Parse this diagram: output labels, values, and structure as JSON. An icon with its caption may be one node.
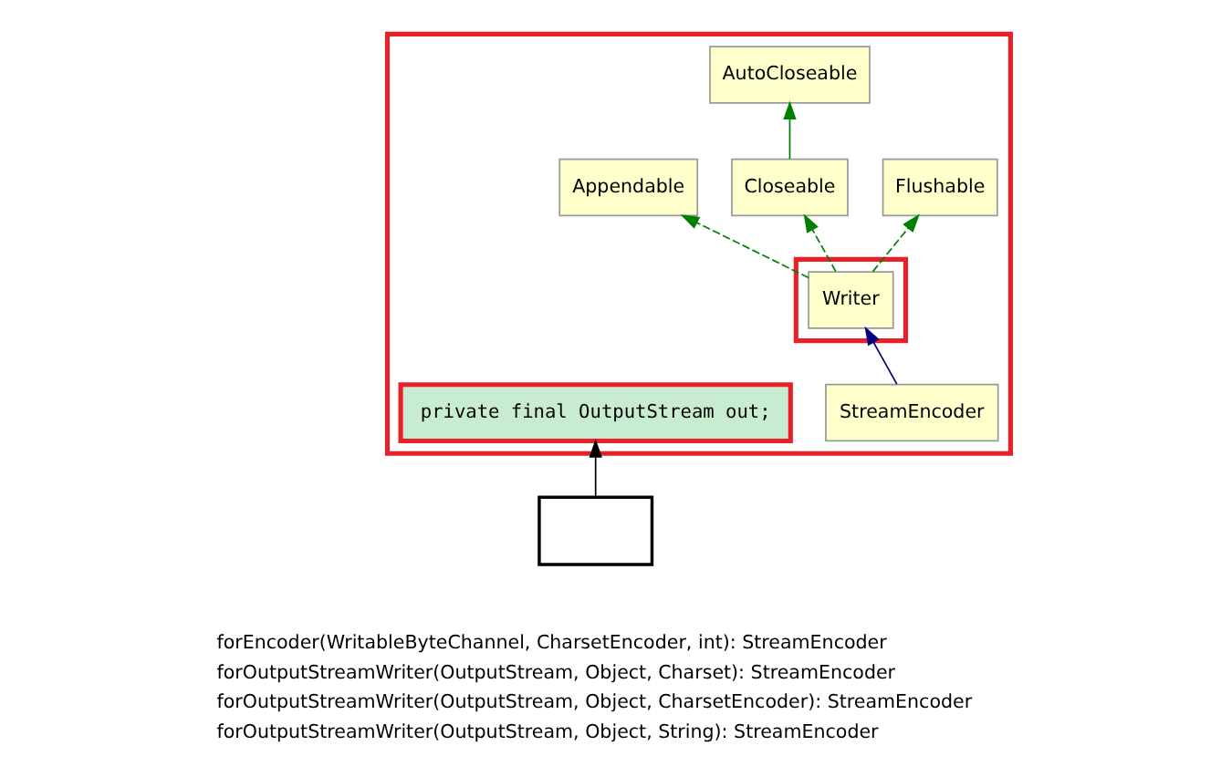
{
  "diagram": {
    "nodes": [
      {
        "text": [],
        "shape": "box"
      },
      {
        "text": [
          "AutoCloseable"
        ],
        "in": 0
      },
      {
        "text": [
          "Appendable"
        ],
        "in": 0
      },
      {
        "text": [
          "Closeable"
        ],
        "in": 0
      },
      {
        "text": [
          "Flushable"
        ],
        "in": 0
      },
      {
        "text": [],
        "shape": "box",
        "in": 0
      },
      {
        "text": [
          "Writer"
        ],
        "in": 5
      },
      {
        "text": [
          "StreamEncoder"
        ],
        "in": 0
      },
      {
        "text": [
          "private final OutputStream out;"
        ],
        "in": 0
      },
      {
        "text": [],
        "shape": "box"
      }
    ],
    "edges": [
      {
        "from": 3,
        "to": 1,
        "arrow": "to"
      },
      {
        "from": 6,
        "to": 2,
        "arrow": "to",
        "style": "dashed"
      },
      {
        "from": 6,
        "to": 3,
        "arrow": "to",
        "style": "dashed"
      },
      {
        "from": 6,
        "to": 4,
        "arrow": "to",
        "style": "dashed"
      },
      {
        "from": 7,
        "to": 6,
        "arrow": "to",
        "color": "#000080"
      },
      {
        "from": 9,
        "to": 8,
        "arrow": "to",
        "color": "#000000"
      }
    ],
    "labels": [
      "forEncoder(WritableByteChannel, CharsetEncoder, int): StreamEncoder",
      "forOutputStreamWriter(OutputStream, Object, Charset): StreamEncoder",
      "forOutputStreamWriter(OutputStream, Object, CharsetEncoder): StreamEncoder",
      "forOutputStreamWriter(OutputStream, Object, String): StreamEncoder"
    ]
  }
}
